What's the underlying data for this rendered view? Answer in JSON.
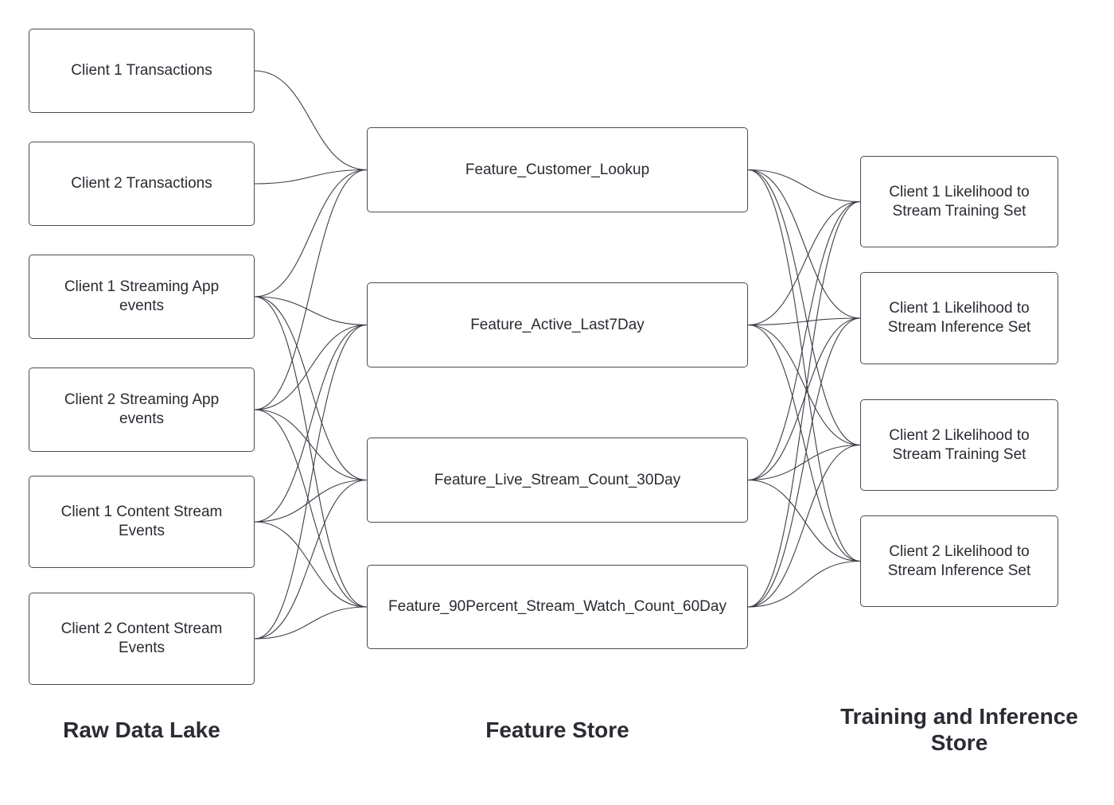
{
  "raw_data_lake": {
    "title": "Raw Data Lake",
    "nodes": [
      "Client 1 Transactions",
      "Client 2 Transactions",
      "Client 1 Streaming App events",
      "Client 2 Streaming App events",
      "Client 1 Content Stream Events",
      "Client 2 Content Stream Events"
    ]
  },
  "feature_store": {
    "title": "Feature Store",
    "nodes": [
      "Feature_Customer_Lookup",
      "Feature_Active_Last7Day",
      "Feature_Live_Stream_Count_30Day",
      "Feature_90Percent_Stream_Watch_Count_60Day"
    ]
  },
  "training_inference_store": {
    "title": "Training and Inference Store",
    "nodes": [
      "Client 1 Likelihood to Stream Training Set",
      "Client 1 Likelihood to Stream Inference Set",
      "Client 2 Likelihood to Stream Training Set",
      "Client 2 Likelihood to Stream Inference Set"
    ]
  },
  "connections": {
    "raw_to_feature": [
      [
        0,
        0
      ],
      [
        1,
        0
      ],
      [
        2,
        0
      ],
      [
        2,
        1
      ],
      [
        2,
        2
      ],
      [
        2,
        3
      ],
      [
        3,
        0
      ],
      [
        3,
        1
      ],
      [
        3,
        2
      ],
      [
        3,
        3
      ],
      [
        4,
        1
      ],
      [
        4,
        2
      ],
      [
        4,
        3
      ],
      [
        5,
        1
      ],
      [
        5,
        2
      ],
      [
        5,
        3
      ]
    ],
    "feature_to_output": [
      [
        0,
        0
      ],
      [
        0,
        1
      ],
      [
        0,
        2
      ],
      [
        0,
        3
      ],
      [
        1,
        0
      ],
      [
        1,
        1
      ],
      [
        1,
        2
      ],
      [
        1,
        3
      ],
      [
        2,
        0
      ],
      [
        2,
        1
      ],
      [
        2,
        2
      ],
      [
        2,
        3
      ],
      [
        3,
        0
      ],
      [
        3,
        1
      ],
      [
        3,
        2
      ],
      [
        3,
        3
      ]
    ]
  },
  "colors": {
    "edge": "#3d3d48",
    "border": "#4a4a55",
    "text": "#2b2b33"
  }
}
